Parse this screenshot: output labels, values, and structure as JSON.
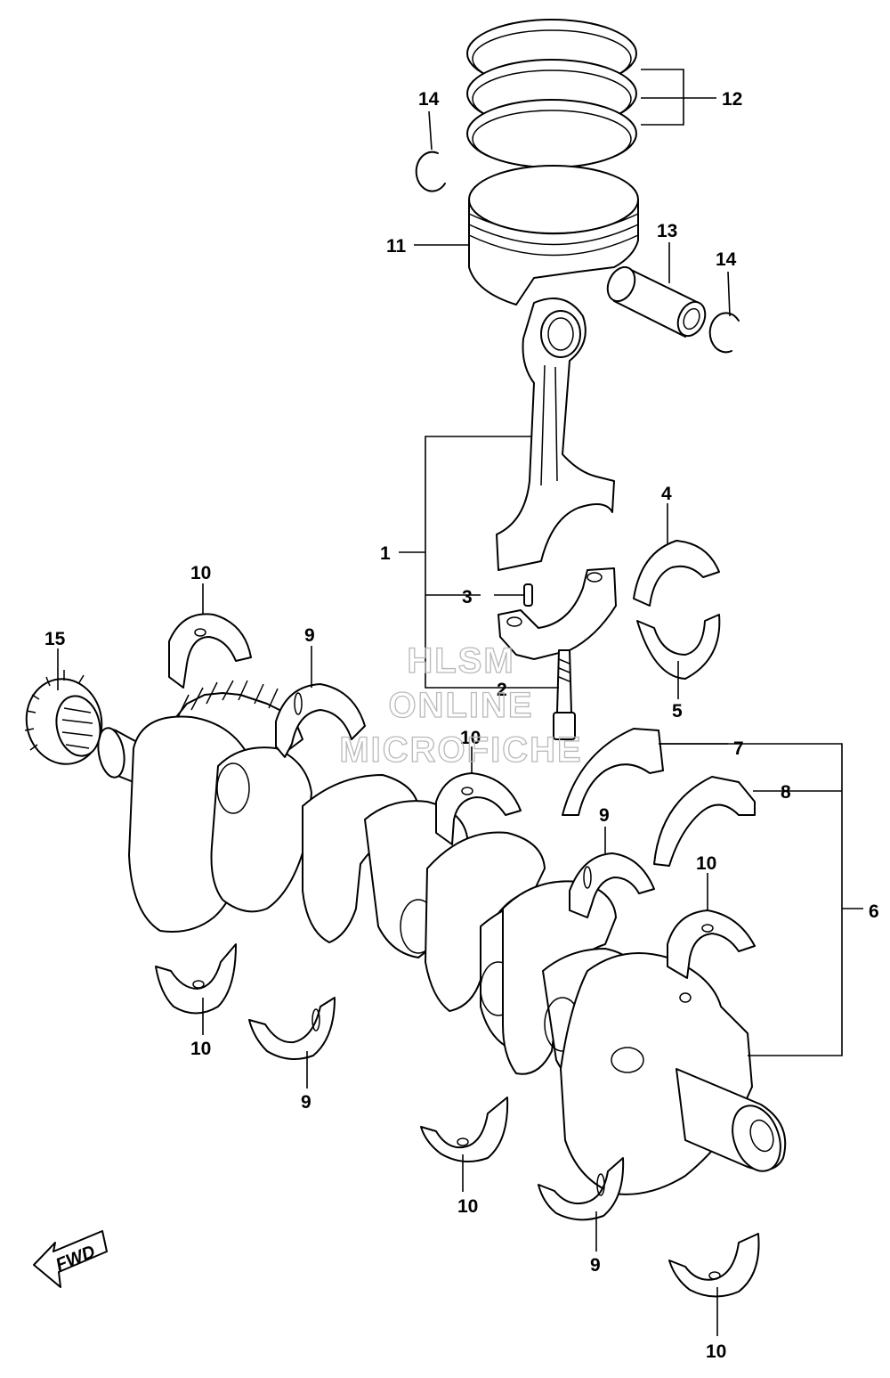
{
  "callouts": {
    "c1": "1",
    "c2": "2",
    "c3": "3",
    "c4": "4",
    "c5": "5",
    "c6": "6",
    "c7": "7",
    "c8": "8",
    "c9a": "9",
    "c9b": "9",
    "c9c": "9",
    "c9d": "9",
    "c10a": "10",
    "c10b": "10",
    "c10c": "10",
    "c10d": "10",
    "c10e": "10",
    "c10f": "10",
    "c11": "11",
    "c12": "12",
    "c13": "13",
    "c14a": "14",
    "c14b": "14",
    "c15": "15"
  },
  "watermark": {
    "line1": "HLSM",
    "line2": "ONLINE",
    "line3": "MICROFICHE"
  },
  "direction_marker": {
    "label": "FWD"
  }
}
